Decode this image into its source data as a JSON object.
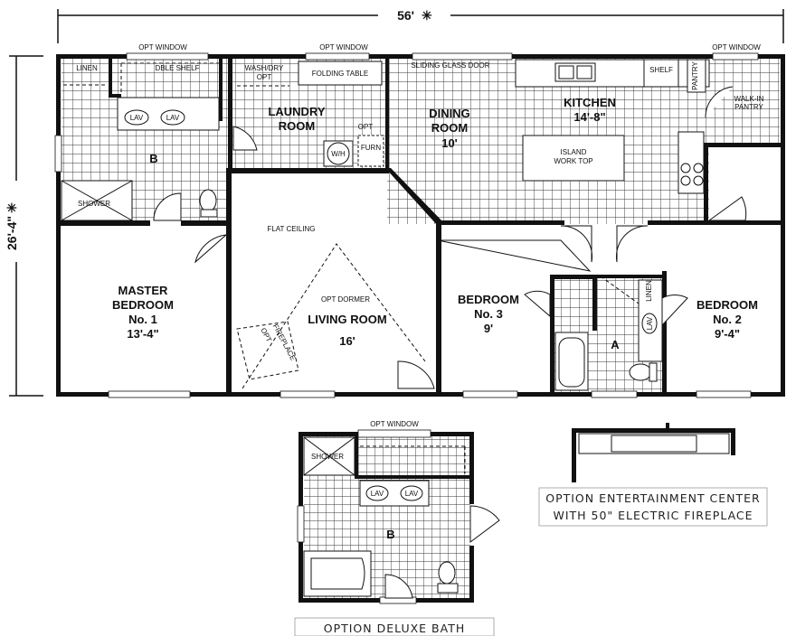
{
  "dimensions": {
    "width": "56'",
    "depth": "26'-4\"",
    "mark": "✳"
  },
  "rooms": {
    "master_bedroom": [
      "MASTER",
      "BEDROOM",
      "No. 1",
      "13'-4\""
    ],
    "living_room": [
      "LIVING ROOM",
      "16'"
    ],
    "laundry_room": [
      "LAUNDRY",
      "ROOM"
    ],
    "dining_room": [
      "DINING",
      "ROOM",
      "10'"
    ],
    "kitchen": [
      "KITCHEN",
      "14'-8\""
    ],
    "bedroom_3": [
      "BEDROOM",
      "No. 3",
      "9'"
    ],
    "bedroom_2": [
      "BEDROOM",
      "No. 2",
      "9'-4\""
    ],
    "bath_a": "A",
    "bath_b": "B",
    "deluxe_bath_b": "B"
  },
  "labels": {
    "opt_window": "OPT WINDOW",
    "linen": "LINEN",
    "dble_shelf": "DBLE SHELF",
    "lav": "LAV",
    "shower": "SHOWER",
    "wash_dry": "WASH/DRY",
    "opt": "OPT",
    "folding_table": "FOLDING TABLE",
    "sliding_glass_door": "SLIDING GLASS DOOR",
    "shelf": "SHELF",
    "pantry": "PANTRY",
    "walk_in": "WALK-IN",
    "pantry_walk": "PANTRY",
    "wh": "W/H",
    "furn": "FURN",
    "island": "ISLAND",
    "work_top": "WORK TOP",
    "flat_ceiling": "FLAT CEILING",
    "opt_dormer": "OPT DORMER",
    "fireplace": "FIREPLACE",
    "linen_a": "LINEN"
  },
  "captions": {
    "entertainment_line1": "OPTION ENTERTAINMENT CENTER",
    "entertainment_line2": "WITH 50\" ELECTRIC FIREPLACE",
    "deluxe_bath": "OPTION DELUXE BATH"
  },
  "colors": {
    "wall": "#111111",
    "grid": "#333333",
    "caption_border": "#999999"
  }
}
